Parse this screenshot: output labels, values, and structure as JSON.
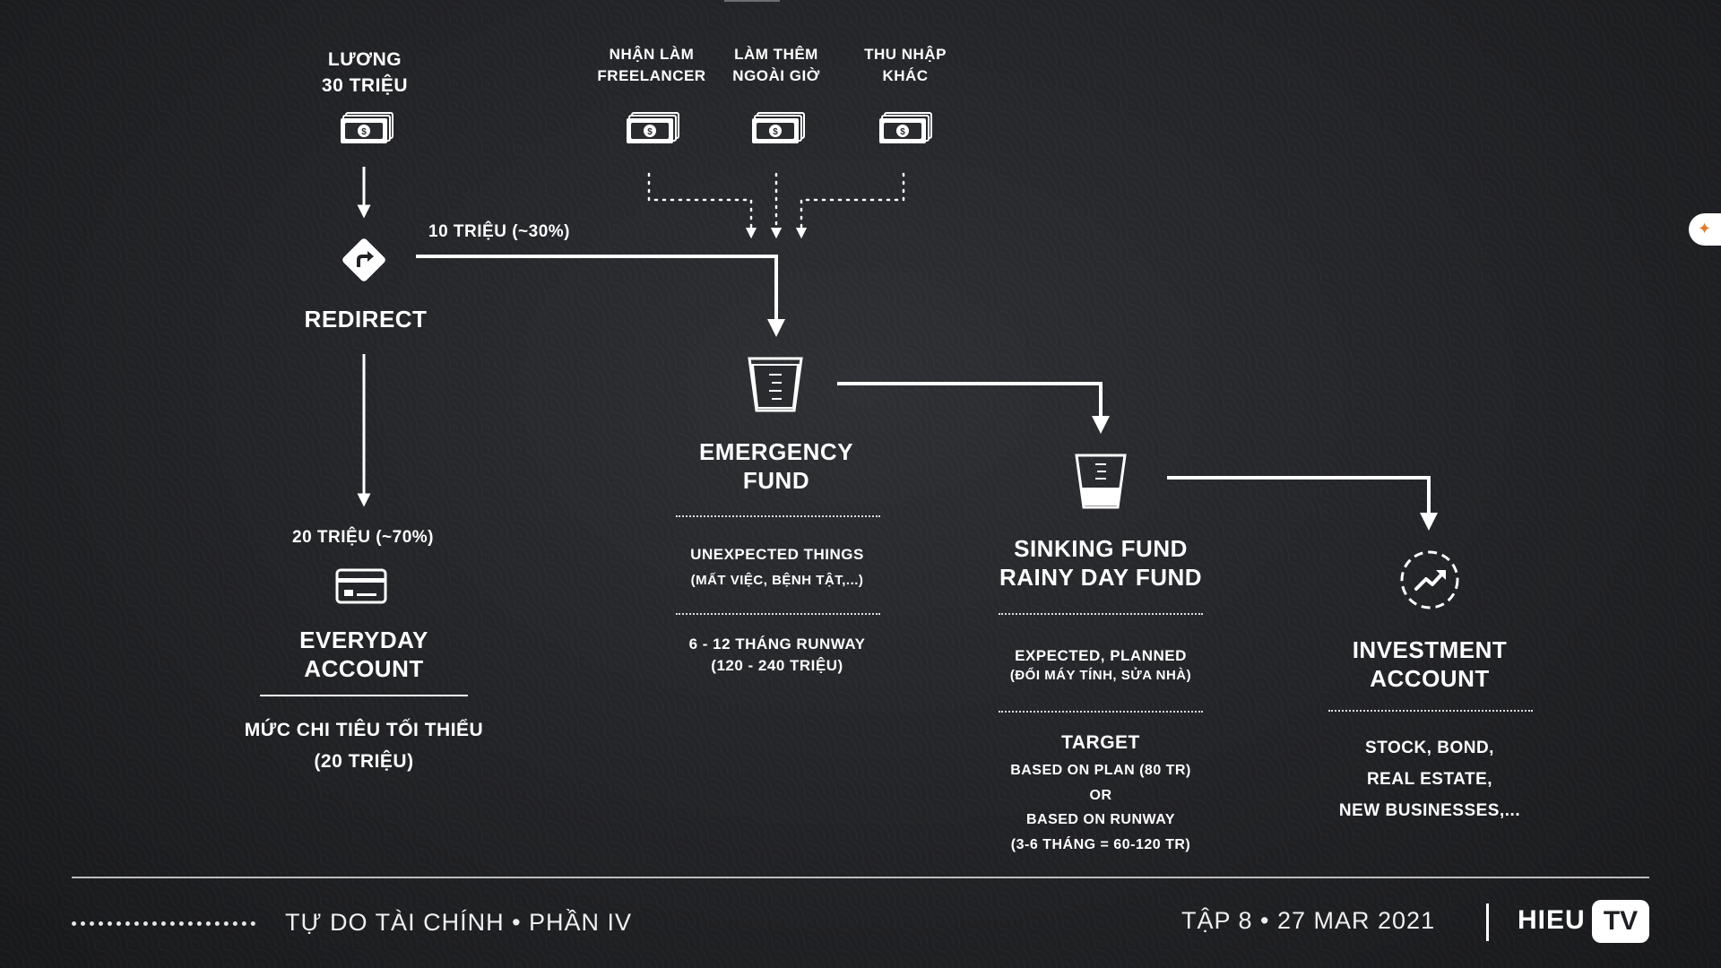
{
  "income": {
    "salary": "LƯƠNG\n30 TRIỆU",
    "freelancer": "NHẬN LÀM\nFREELANCER",
    "overtime": "LÀM THÊM\nNGOÀI GIỜ",
    "other": "THU NHẬP\nKHÁC"
  },
  "redirect": {
    "label": "REDIRECT",
    "split_to_emergency": "10 TRIỆU (~30%)",
    "split_to_everyday": "20 TRIỆU (~70%)"
  },
  "everyday": {
    "title": "EVERYDAY\nACCOUNT",
    "detail": "MỨC CHI TIÊU TỐI THIỂU\n(20 TRIỆU)"
  },
  "emergency": {
    "title": "EMERGENCY\nFUND",
    "purpose": "UNEXPECTED THINGS",
    "examples": "(MẤT VIỆC, BỆNH TẬT,...)",
    "runway": "6 - 12 THÁNG RUNWAY\n(120 - 240 TRIỆU)"
  },
  "sinking": {
    "title": "SINKING FUND\nRAINY DAY FUND",
    "purpose": "EXPECTED, PLANNED",
    "examples": "(ĐỔI MÁY TÍNH, SỬA NHÀ)",
    "target_heading": "TARGET",
    "target_detail": "BASED ON PLAN (80 TR)\nOR\nBASED ON RUNWAY\n(3-6 THÁNG = 60-120 TR)"
  },
  "investment": {
    "title": "INVESTMENT\nACCOUNT",
    "detail": "STOCK, BOND,\nREAL ESTATE,\nNEW BUSINESSES,..."
  },
  "footer": {
    "series": "TỰ DO TÀI CHÍNH • PHẦN IV",
    "episode": "TẬP 8  •  27 MAR 2021",
    "brand": "HIEU",
    "brand_box": "TV"
  },
  "icons": {
    "cash": "money-stack-icon",
    "redirect": "turn-right-sign-icon",
    "card": "credit-card-icon",
    "jar": "measuring-cup-icon",
    "investment": "trend-up-circle-icon"
  }
}
